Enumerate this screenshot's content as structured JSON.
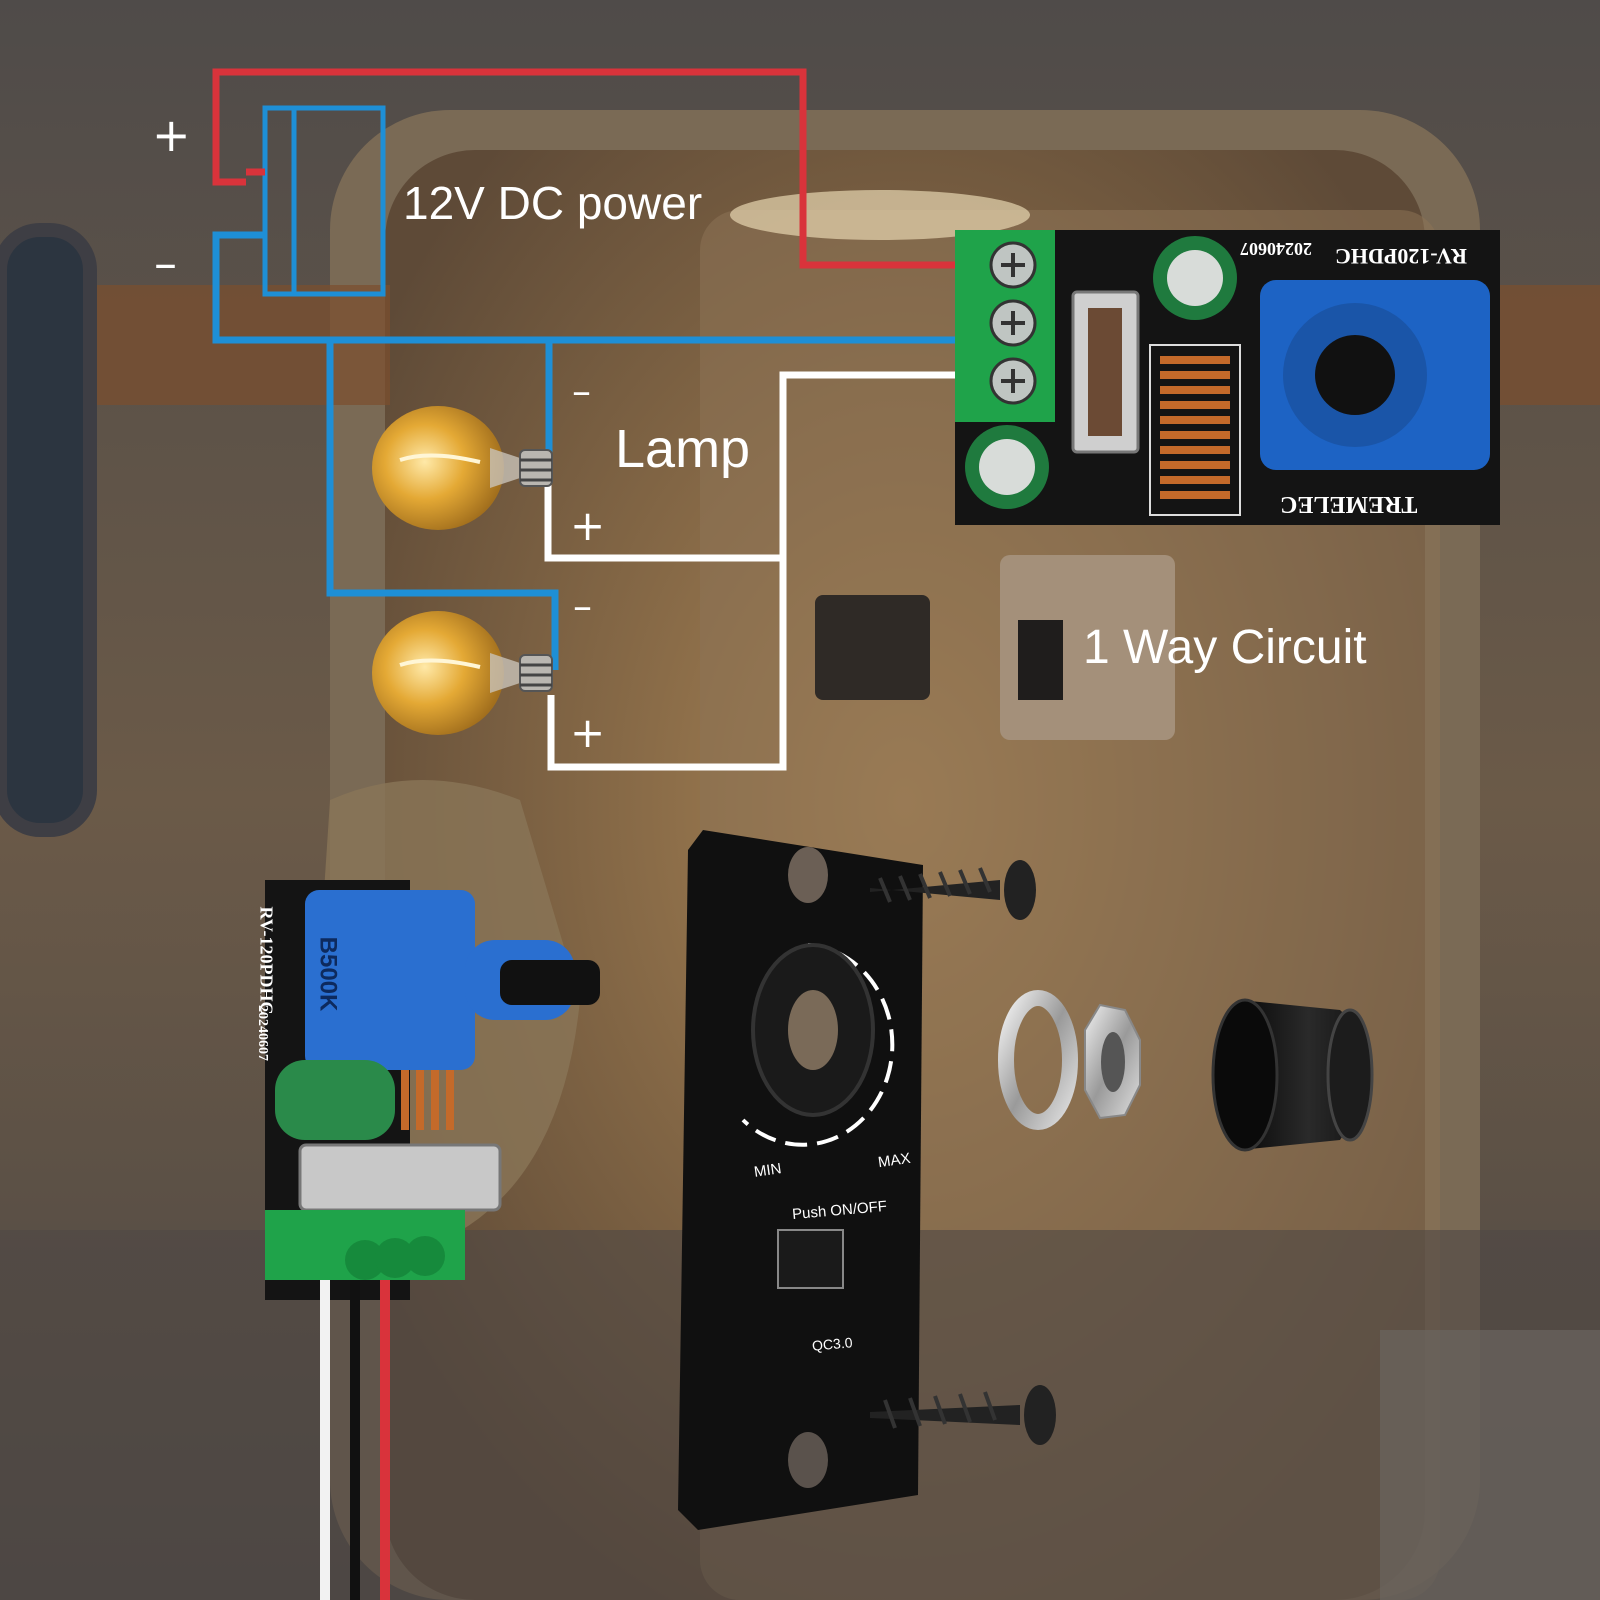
{
  "title": "1 Way Circuit",
  "power": {
    "label": "12V DC power",
    "plus": "+",
    "minus": "–"
  },
  "lamps": [
    {
      "label": "Lamp",
      "minus": "–",
      "plus": "+"
    },
    {
      "minus": "–",
      "plus": "+"
    }
  ],
  "board": {
    "model": "RV-120PDHC",
    "date": "20240607",
    "brand": "TREMELEC"
  },
  "side_board": {
    "model": "RV-120PDHC",
    "date": "20240607",
    "pot": "B500K"
  },
  "panel": {
    "min": "MIN",
    "max": "MAX",
    "push": "Push ON/OFF",
    "port": "QC3.0"
  },
  "colors": {
    "positive_wire": "#d9333b",
    "negative_wire": "#1e8fd6",
    "load_wire": "#ffffff",
    "pcb": "#141414",
    "terminal": "#1fa34a",
    "pot": "#1d63c4"
  }
}
